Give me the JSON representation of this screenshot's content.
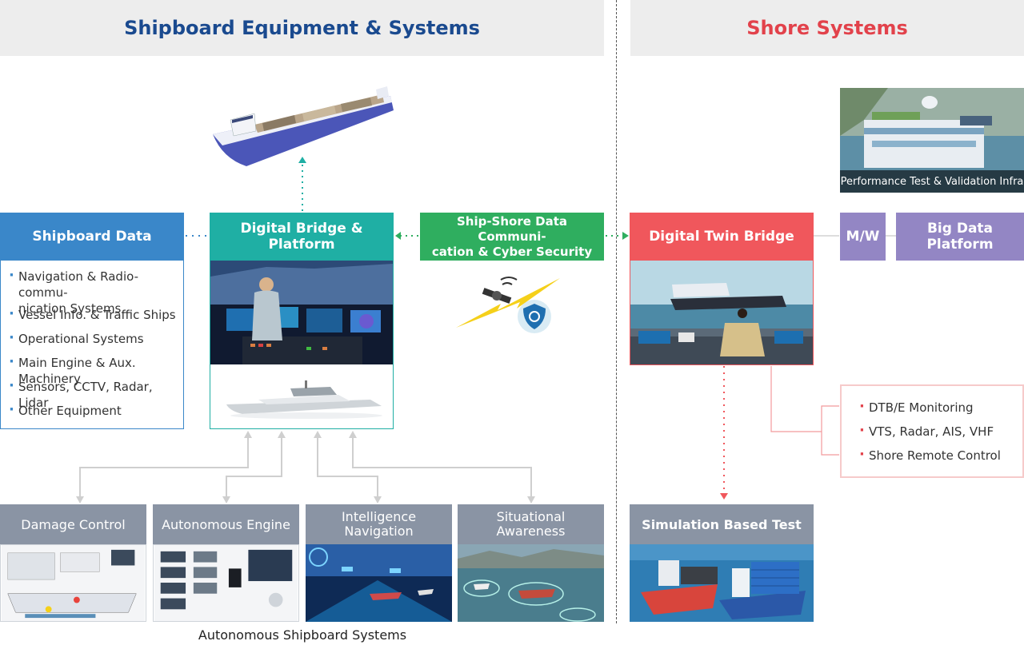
{
  "bands": {
    "left_title": "Shipboard Equipment & Systems",
    "right_title": "Shore Systems"
  },
  "shipboard_data": {
    "title": "Shipboard Data",
    "items": [
      "Navigation & Radio-commu-\nnication Systems",
      "Vessel Info. & Traffic Ships",
      "Operational Systems",
      "Main Engine & Aux. Machinery",
      "Sensors, CCTV, Radar, Lidar",
      "Other Equipment"
    ]
  },
  "digital_bridge": {
    "title": "Digital Bridge & Platform"
  },
  "communication": {
    "title": "Ship-Shore Data Communi-\ncation & Cyber Security"
  },
  "digital_twin": {
    "title": "Digital Twin Bridge"
  },
  "middleware": {
    "title": "M/W"
  },
  "big_data": {
    "title": "Big Data Platform"
  },
  "infra_caption": "Performance Test & Validation Infra",
  "shore_functions": {
    "items": [
      "DTB/E Monitoring",
      "VTS, Radar, AIS, VHF",
      "Shore Remote Control"
    ]
  },
  "autonomous_systems": {
    "items": [
      "Damage Control",
      "Autonomous Engine",
      "Intelligence\nNavigation",
      "Situational\nAwareness"
    ],
    "caption": "Autonomous Shipboard Systems"
  },
  "simulation": {
    "title": "Simulation Based Test"
  },
  "colors": {
    "blue": "#3a87c9",
    "teal": "#1fafa4",
    "green": "#2fae5f",
    "red": "#f0575c",
    "purple": "#9386c4",
    "gray": "#8a94a4",
    "navy_title": "#1a4a8f",
    "red_title": "#e2424b"
  }
}
